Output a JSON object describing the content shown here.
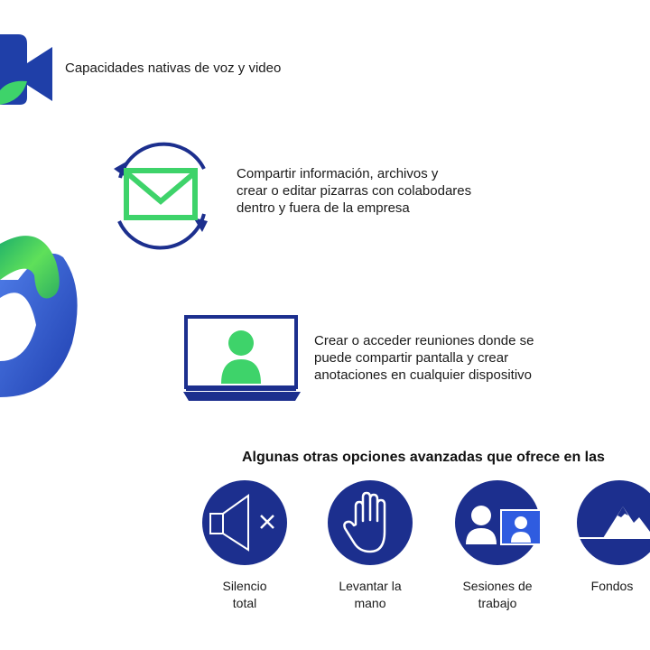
{
  "features": [
    {
      "icon": "video-camera-icon",
      "text": "Capacidades nativas de voz y video"
    },
    {
      "icon": "envelope-sync-icon",
      "lines": [
        "Compartir información, archivos y",
        "crear o editar pizarras con colabodares",
        "dentro y fuera de la empresa"
      ]
    },
    {
      "icon": "laptop-user-icon",
      "lines": [
        "Crear o acceder reuniones donde se",
        "puede compartir pantalla y crear",
        "anotaciones en cualquier dispositivo"
      ]
    }
  ],
  "options_heading": "Algunas otras opciones avanzadas que ofrece en las",
  "options": [
    {
      "icon": "muted-speaker-icon",
      "lines": [
        "Silencio",
        "total"
      ]
    },
    {
      "icon": "raised-hand-icon",
      "lines": [
        "Levantar la",
        "mano"
      ]
    },
    {
      "icon": "breakout-sessions-icon",
      "lines": [
        "Sesiones de",
        "trabajo"
      ]
    },
    {
      "icon": "mountain-background-icon",
      "lines": [
        "Fondos"
      ]
    }
  ],
  "colors": {
    "blue": "#1f3fa8",
    "green": "#3ed36a",
    "dark_blue": "#1c2f8e"
  }
}
